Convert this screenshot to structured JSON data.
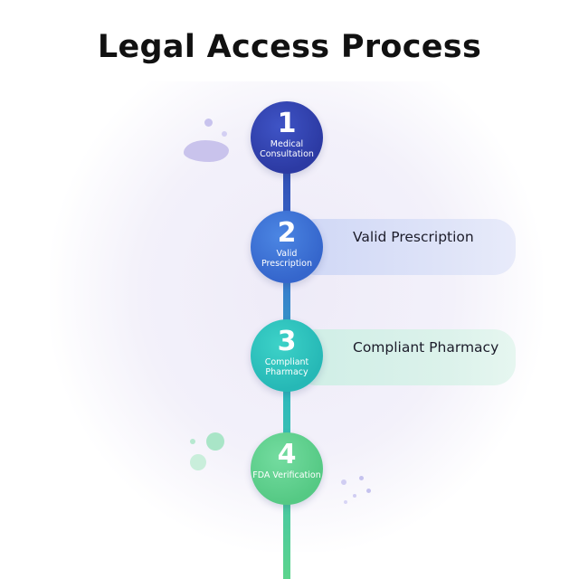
{
  "title": "Legal Access Process",
  "steps": [
    {
      "number": "1",
      "label": "Medical Consultation",
      "color": "#2f3fa8"
    },
    {
      "number": "2",
      "label": "Valid Prescription",
      "color": "#3a6fd0",
      "panel": "Valid Prescription"
    },
    {
      "number": "3",
      "label": "Compliant Pharmacy",
      "color": "#2bbdb9",
      "panel": "Compliant Pharmacy"
    },
    {
      "number": "4",
      "label": "FDA Verification",
      "color": "#5cd08a"
    }
  ],
  "colors": {
    "spine_top": "#2d3fa6",
    "spine_bottom": "#5cd48d",
    "panel_blue": "#cfd7f6",
    "panel_green": "#cfeee6",
    "decor_purple": "#c9c3ec",
    "decor_green": "#a9e5c7"
  }
}
